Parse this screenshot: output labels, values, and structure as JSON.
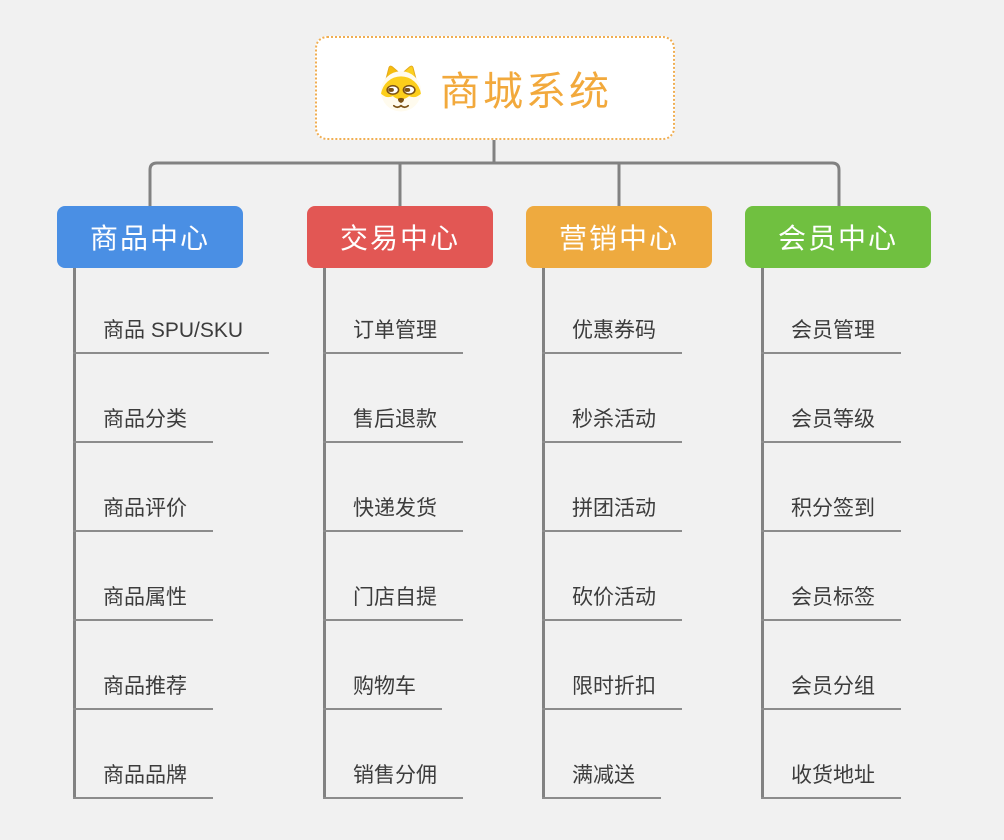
{
  "page": {
    "background_color": "#f1f1f1",
    "connector_color": "#828282",
    "underline_color": "#8c8c8c",
    "item_text_color": "#3c3c3c"
  },
  "root": {
    "label": "商城系统",
    "icon": "dog-face-icon",
    "text_color": "#f2a93c",
    "border_color": "#f0ae52"
  },
  "branches": [
    {
      "label": "商品中心",
      "color": "#4a8fe4",
      "items": [
        "商品 SPU/SKU",
        "商品分类",
        "商品评价",
        "商品属性",
        "商品推荐",
        "商品品牌"
      ]
    },
    {
      "label": "交易中心",
      "color": "#e25754",
      "items": [
        "订单管理",
        "售后退款",
        "快递发货",
        "门店自提",
        "购物车",
        "销售分佣"
      ]
    },
    {
      "label": "营销中心",
      "color": "#eeaa3f",
      "items": [
        "优惠券码",
        "秒杀活动",
        "拼团活动",
        "砍价活动",
        "限时折扣",
        "满减送"
      ]
    },
    {
      "label": "会员中心",
      "color": "#70c040",
      "items": [
        "会员管理",
        "会员等级",
        "积分签到",
        "会员标签",
        "会员分组",
        "收货地址"
      ]
    }
  ]
}
